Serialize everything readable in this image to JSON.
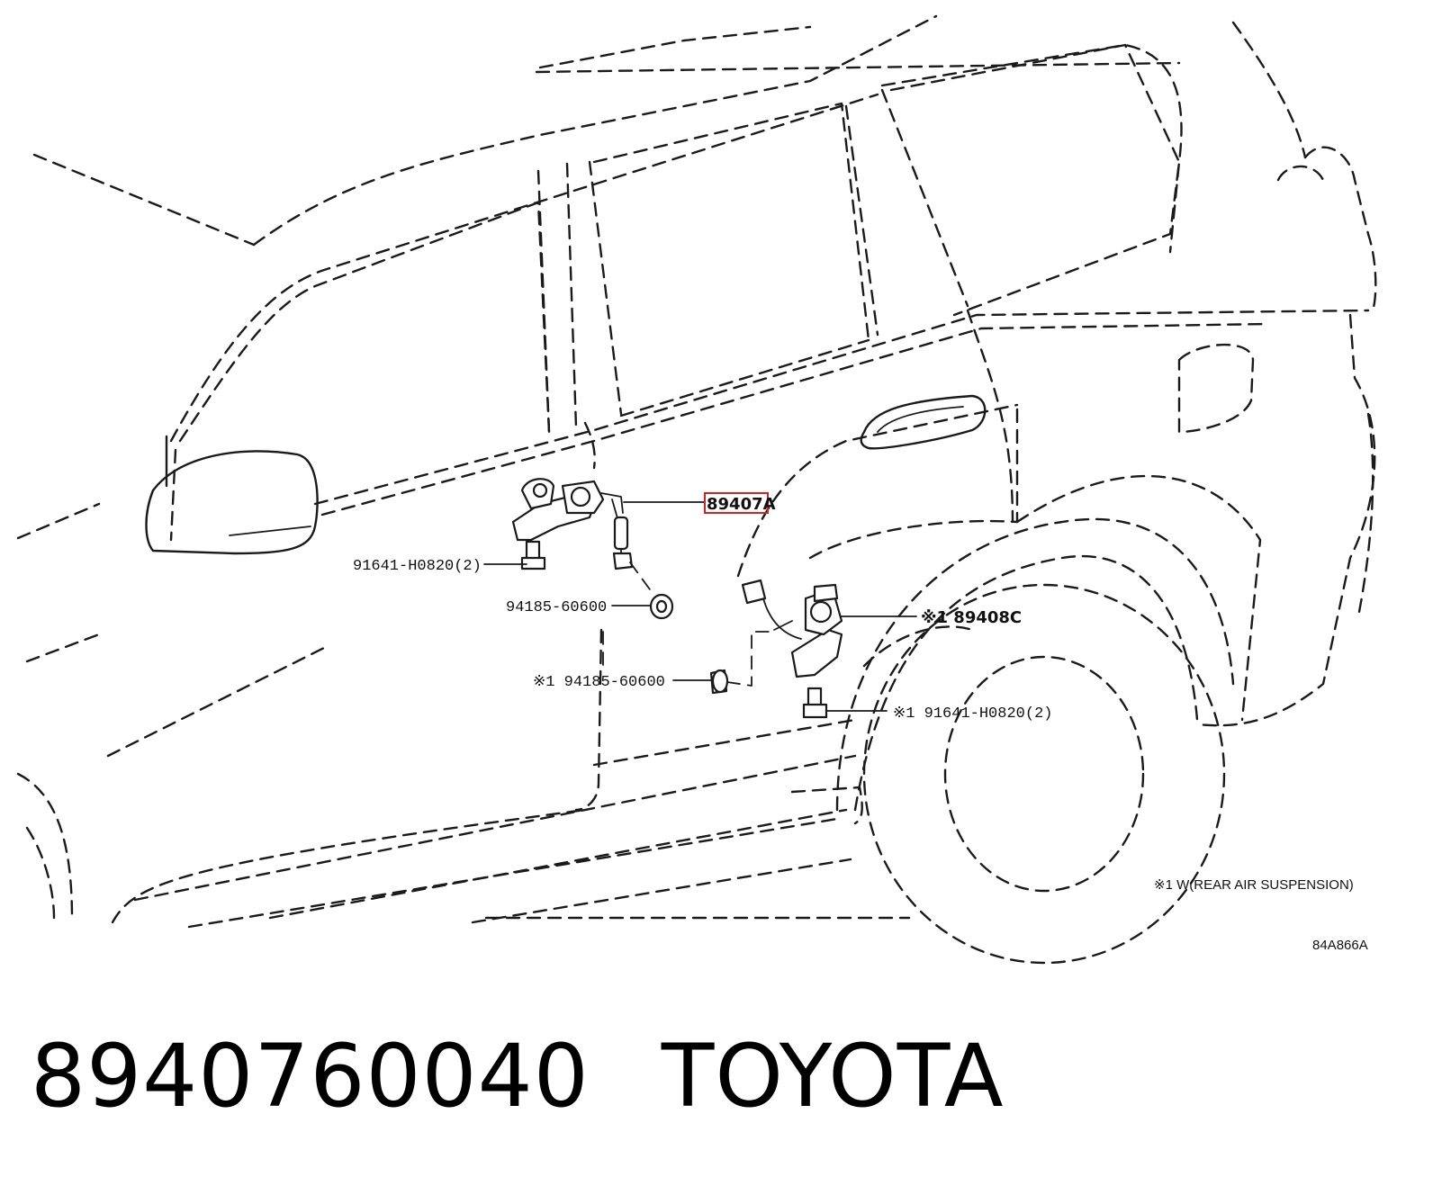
{
  "callouts": {
    "main_part": "89407A",
    "bolt_left": "91641-H0820(2)",
    "nut_left": "94185-60600",
    "nut_rear": "※1 94185-60600",
    "rear_sensor": "※1 89408C",
    "bolt_rear": "※1 91641-H0820(2)"
  },
  "note": "※1 W(REAR AIR SUSPENSION)",
  "figure_code": "84A866A",
  "caption": {
    "part_number": "8940760040",
    "brand": "TOYOTA"
  },
  "colors": {
    "line": "#1a1a1a",
    "highlight": "#d22222",
    "background": "#ffffff"
  }
}
